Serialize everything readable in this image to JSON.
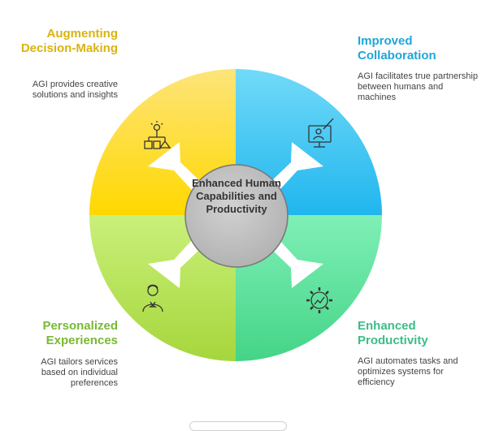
{
  "center": {
    "label": "Enhanced Human Capabilities and Productivity"
  },
  "segments": [
    {
      "id": "top-left",
      "title": "Augmenting Decision-Making",
      "description": "AGI provides creative solutions and insights",
      "color": "#fde35b",
      "icon": "decision-tree-icon"
    },
    {
      "id": "top-right",
      "title": "Improved Collaboration",
      "description": "AGI facilitates true partnership between humans and machines",
      "color": "#45c6f3",
      "icon": "presentation-screen-icon"
    },
    {
      "id": "bottom-left",
      "title": "Personalized Experiences",
      "description": "AGI tailors services based on individual preferences",
      "color": "#b6e14f",
      "icon": "waiter-icon"
    },
    {
      "id": "bottom-right",
      "title": "Enhanced Productivity",
      "description": "AGI automates tasks and optimizes systems for efficiency",
      "color": "#5fe39a",
      "icon": "gear-chart-icon"
    }
  ]
}
